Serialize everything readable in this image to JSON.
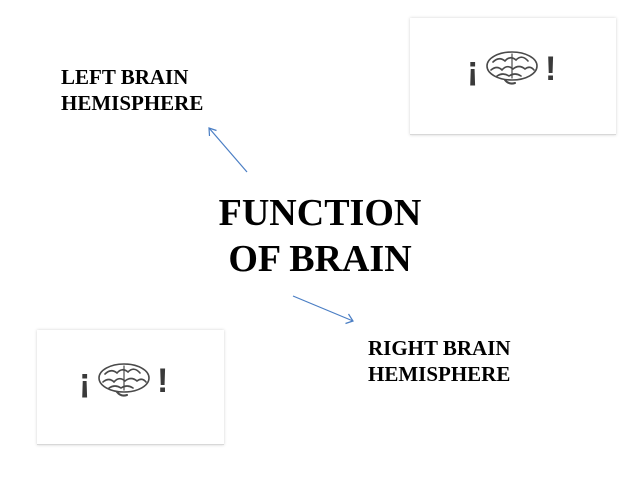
{
  "labels": {
    "left_line1": "LEFT BRAIN",
    "left_line2": "HEMISPHERE",
    "right_line1": "RIGHT BRAIN",
    "right_line2": "HEMISPHERE"
  },
  "title": {
    "line1": "FUNCTION",
    "line2": "OF BRAIN"
  },
  "images": [
    {
      "icon": "brain-icon",
      "glyph_left": "¡",
      "glyph_right": "!"
    },
    {
      "icon": "brain-icon",
      "glyph_left": "¡",
      "glyph_right": "!"
    }
  ],
  "colors": {
    "text": "#000000",
    "arrow": "#4a7ec4",
    "glyph": "#3a3a3a"
  }
}
